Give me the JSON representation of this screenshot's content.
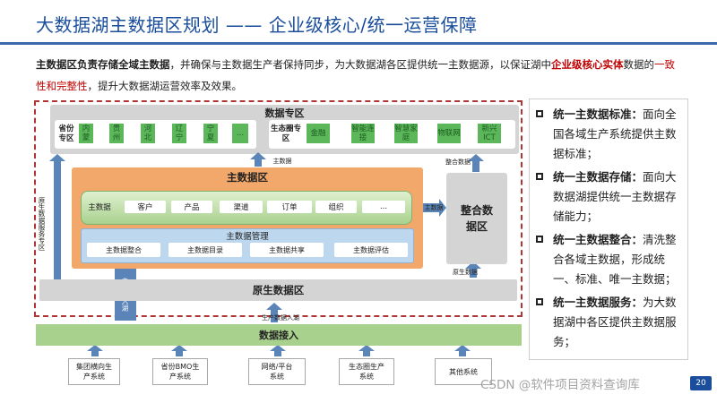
{
  "title": "大数据湖主数据区规划  ——  企业级核心/统一运营保障",
  "intro": {
    "p1": "主数据区负责存储全域主数据",
    "p2": "，并确保与主数据生产者保持同步，为大数据湖各区提供统一主数据源，以保证湖中",
    "p3": "企业级核心实体",
    "p4": "数据的",
    "p5": "一致性和完整性",
    "p6": "，提升大数据湖运营效率及效果。"
  },
  "special_zone": {
    "title": "数据专区",
    "province_label": "省份专区",
    "provinces": [
      "内蒙",
      "贵州",
      "河北",
      "辽宁",
      "宁夏",
      "..."
    ],
    "eco_label": "生态圈专区",
    "eco_items": [
      "金融",
      "智能连接",
      "智慧家庭",
      "物联网",
      "新兴ICT"
    ]
  },
  "master_zone": {
    "title": "主数据区",
    "data_label": "主数据",
    "items": [
      "客户",
      "产品",
      "渠道",
      "订单",
      "组织",
      "..."
    ],
    "mgmt_title": "主数据管理",
    "mgmt_items": [
      "主数据整合",
      "主数据目录",
      "主数据共享",
      "主数据评估"
    ]
  },
  "integration_zone": "整合数据区",
  "native_zone": "原生数据区",
  "ingest": "数据接入",
  "arrow_labels": {
    "master_up": "主数据",
    "integrated": "整合数据",
    "master_right": "主数据",
    "native_right": "原生数据",
    "native_service": "原生数据服务专区",
    "master_into_lake": "主数据入湖",
    "native_into_lake": "生产数据入湖"
  },
  "systems": [
    "集团横向生产系统",
    "省份BMO生产系统",
    "网络/平台系统",
    "生态圈生产系统",
    "其他系统"
  ],
  "right_panel": [
    {
      "head": "统一主数据标准：",
      "body": "面向全国各域生产系统提供主数据标准；"
    },
    {
      "head": "统一主数据存储：",
      "body": "面向大数据湖提供统一主数据存储能力；"
    },
    {
      "head": "统一主数据整合：",
      "body": "清洗整合各域主数据，形成统一、标准、唯一主数据；"
    },
    {
      "head": "统一主数据服务：",
      "body": "为大数据湖中各区提供主数据服务；"
    }
  ],
  "page_number": "20",
  "watermark": "CSDN @软件项目资料查询库",
  "colors": {
    "title_blue": "#1a4e9c",
    "red": "#c00000",
    "orange": "#f2a86b",
    "blue_zone": "#bdd7ee",
    "green_box": "#5cb65a",
    "grey": "#d4d4d4",
    "dash": "#b03535"
  }
}
